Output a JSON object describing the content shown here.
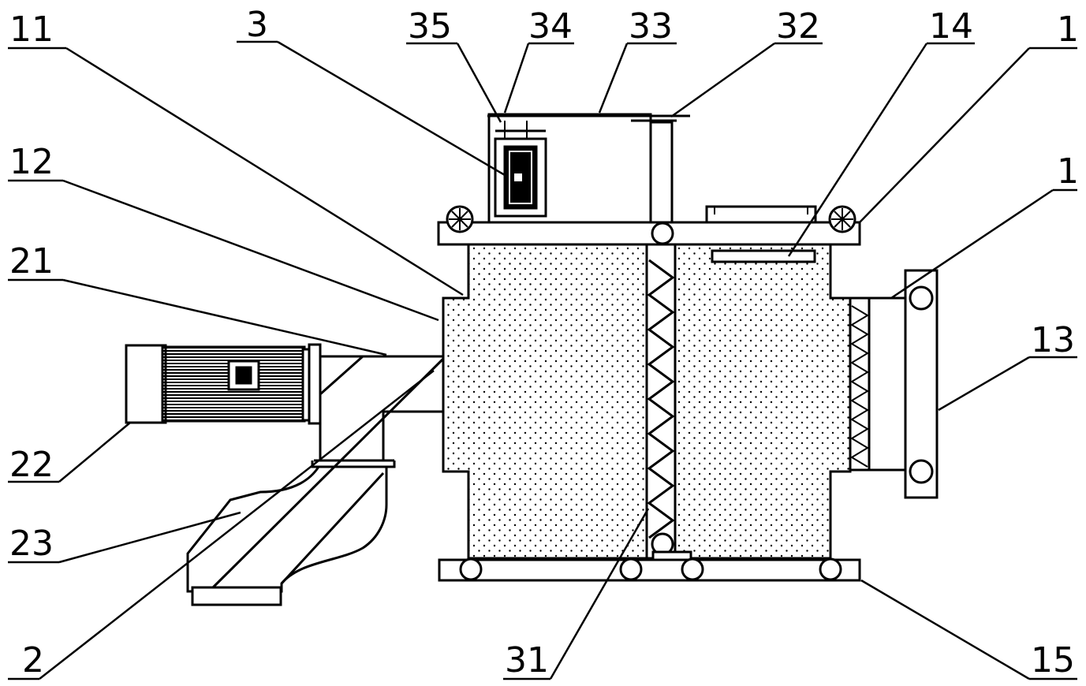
{
  "figure": {
    "labels": {
      "l1a": "1",
      "l1b": "1",
      "l2": "2",
      "l3": "3",
      "l11": "11",
      "l12": "12",
      "l13": "13",
      "l14": "14",
      "l15": "15",
      "l21": "21",
      "l22": "22",
      "l23": "23",
      "l31": "31",
      "l32": "32",
      "l33": "33",
      "l34": "34",
      "l35": "35"
    }
  }
}
